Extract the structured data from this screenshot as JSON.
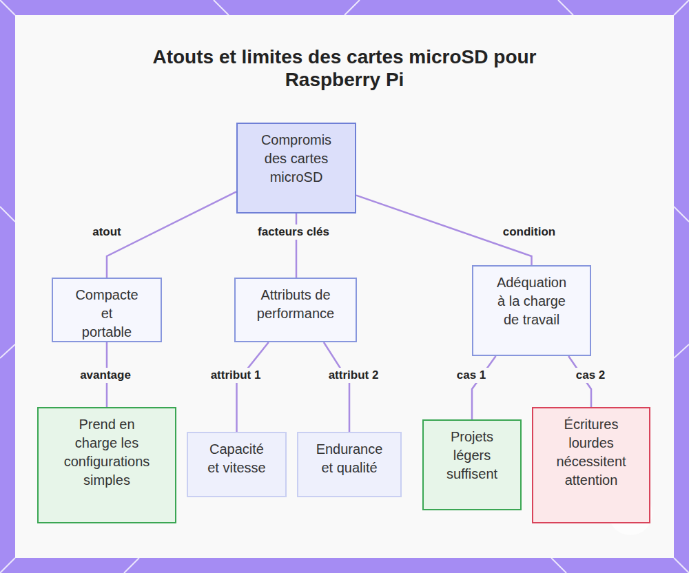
{
  "diagram": {
    "title": "Atouts et limites des cartes microSD pour Raspberry Pi",
    "nodes": [
      {
        "text": [
          "Compromis des cartes microSD"
        ]
      },
      {
        "text": [
          "Compacte et portable"
        ]
      },
      {
        "text": [
          "Attributs de performance"
        ]
      },
      {
        "text": [
          "Adéquation à la charge de travail"
        ]
      },
      {
        "text": [
          "Prend en charge les configurations simples"
        ]
      },
      {
        "text": [
          "Capacité et vitesse"
        ]
      },
      {
        "text": [
          "Endurance et qualité"
        ]
      },
      {
        "text": [
          "Projets légers suffisent"
        ]
      },
      {
        "text": [
          "Écritures lourdes nécessitent attention"
        ]
      }
    ],
    "edges": [
      {
        "from": 0,
        "to": 1,
        "label": "atout",
        "arrow": "none"
      },
      {
        "from": 0,
        "to": 2,
        "label": "facteurs clés",
        "arrow": "none"
      },
      {
        "from": 0,
        "to": 3,
        "label": "condition",
        "arrow": "none"
      },
      {
        "from": 1,
        "to": 4,
        "label": "avantage",
        "arrow": "none"
      },
      {
        "from": 2,
        "to": 5,
        "label": "attribut 1",
        "arrow": "none"
      },
      {
        "from": 2,
        "to": 6,
        "label": "attribut 2",
        "arrow": "none"
      },
      {
        "from": 3,
        "to": 7,
        "label": "cas 1",
        "arrow": "none"
      },
      {
        "from": 3,
        "to": 8,
        "label": "cas 2",
        "arrow": "none"
      }
    ]
  }
}
